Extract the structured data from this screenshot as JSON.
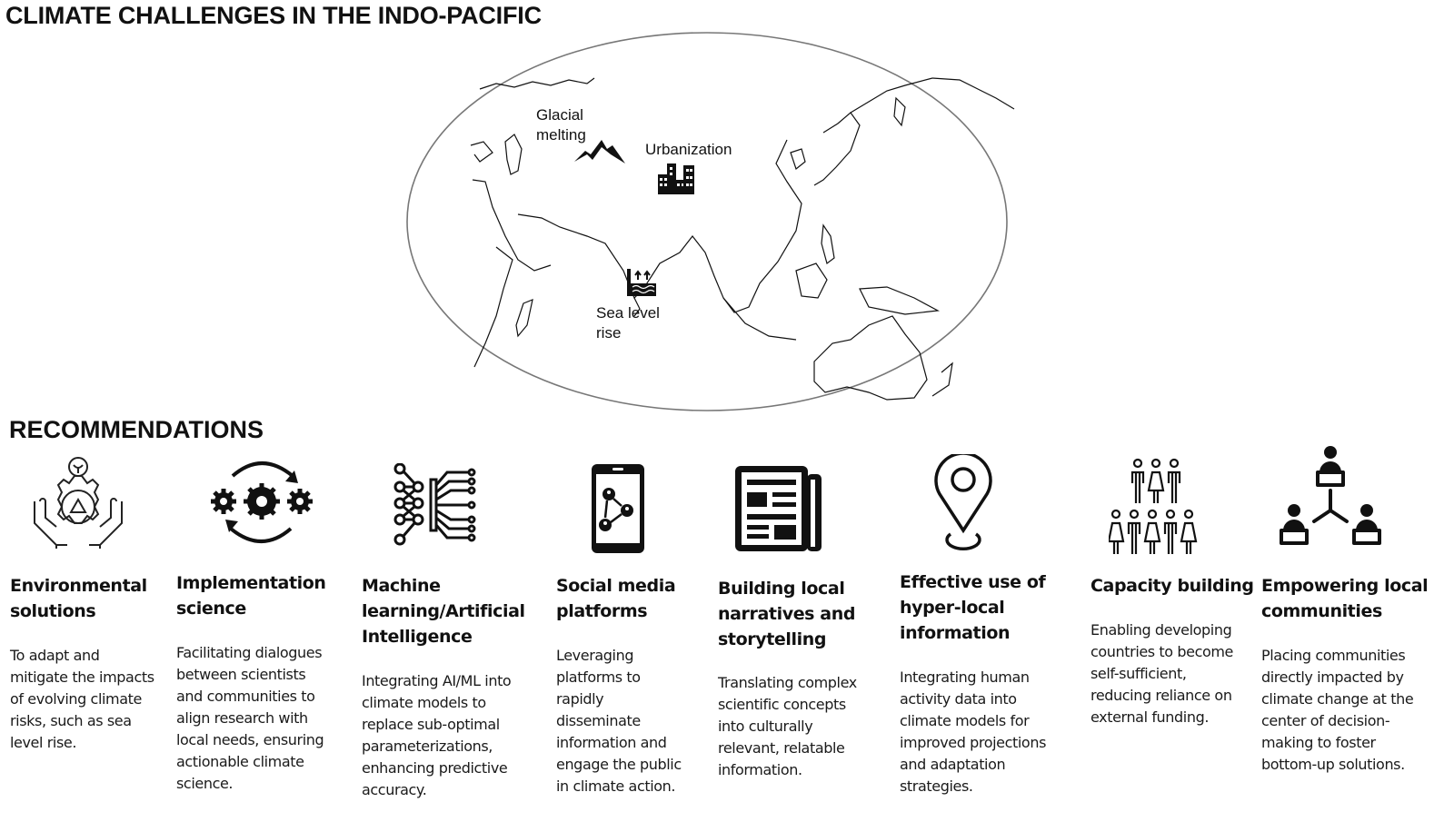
{
  "title": "CLIMATE CHALLENGES IN THE INDO-PACIFIC",
  "map": {
    "labels": {
      "glacial": [
        "Glacial",
        "melting"
      ],
      "urbanization": "Urbanization",
      "sea_level": [
        "Sea level",
        "rise"
      ]
    },
    "icons": [
      "mountain-icon",
      "city-buildings-icon",
      "sea-level-rise-icon"
    ]
  },
  "recommendations_title": "RECOMMENDATIONS",
  "recommendations": [
    {
      "icon": "hands-gear-recycle-icon",
      "heading": [
        "Environmental",
        "solutions"
      ],
      "text": [
        "To adapt and",
        "mitigate the impacts",
        "of evolving climate",
        "risks, such as sea",
        "level rise."
      ]
    },
    {
      "icon": "gears-cycle-icon",
      "heading": [
        "Implementation",
        "science"
      ],
      "text": [
        "Facilitating dialogues",
        "between scientists",
        "and communities to",
        "align research with",
        "local needs, ensuring",
        "actionable climate",
        "science."
      ]
    },
    {
      "icon": "neural-circuit-icon",
      "heading": [
        "Machine",
        "learning/Artificial",
        "Intelligence"
      ],
      "text": [
        "Integrating AI/ML into",
        "climate models to",
        "replace sub-optimal",
        "parameterizations,",
        "enhancing predictive",
        "accuracy."
      ]
    },
    {
      "icon": "smartphone-network-icon",
      "heading": [
        "Social media",
        "platforms"
      ],
      "text": [
        "Leveraging",
        "platforms to",
        "rapidly",
        "disseminate",
        "information and",
        "engage the public",
        "in climate action."
      ]
    },
    {
      "icon": "newspaper-icon",
      "heading": [
        "Building local",
        "narratives and",
        "storytelling"
      ],
      "text": [
        "Translating complex",
        "scientific concepts",
        "into culturally",
        "relevant, relatable",
        "information."
      ]
    },
    {
      "icon": "location-pin-icon",
      "heading": [
        "Effective use of",
        "hyper-local",
        "information"
      ],
      "text": [
        "Integrating human",
        "activity data into",
        "climate models for",
        "improved projections",
        "and adaptation",
        "strategies."
      ]
    },
    {
      "icon": "people-group-icon",
      "heading": [
        "Capacity building"
      ],
      "text": [
        "Enabling developing",
        "countries to become",
        "self-sufficient,",
        "reducing reliance on",
        "external funding."
      ]
    },
    {
      "icon": "community-readers-icon",
      "heading": [
        "Empowering local",
        "communities"
      ],
      "text": [
        "Placing communities",
        "directly impacted by",
        "climate change at the",
        "center of decision-",
        "making to foster",
        "bottom-up solutions."
      ]
    }
  ]
}
